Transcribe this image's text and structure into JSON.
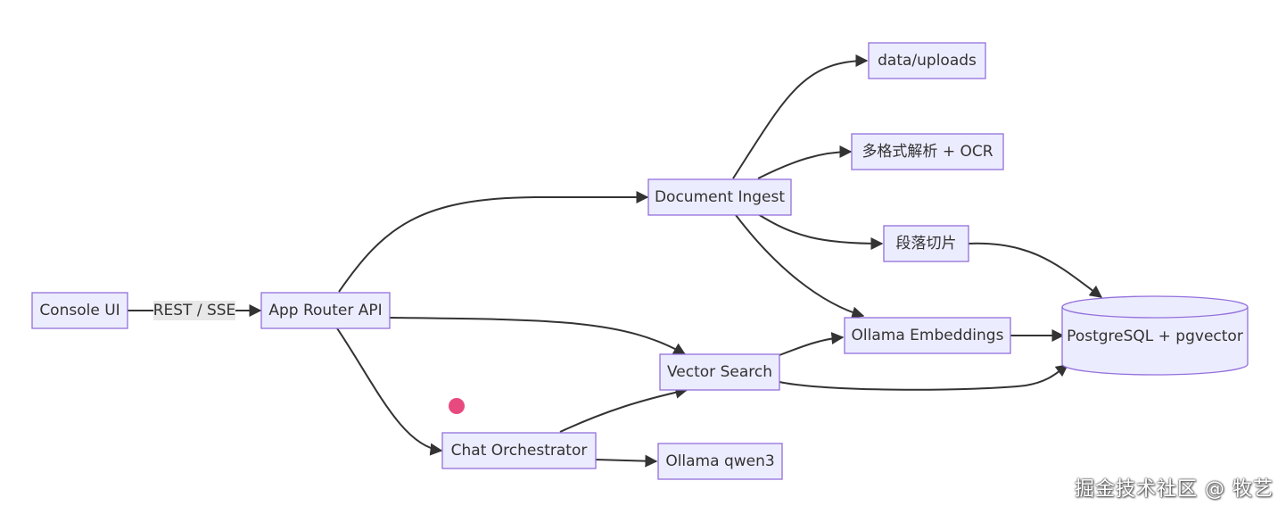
{
  "colors": {
    "node_fill": "#ECECFF",
    "node_stroke": "#9370DB",
    "edge": "#333333",
    "cursor": "#E84A7F"
  },
  "nodes": {
    "console_ui": "Console UI",
    "app_router": "App Router API",
    "doc_ingest": "Document Ingest",
    "vector_search": "Vector Search",
    "chat_orch": "Chat Orchestrator",
    "data_uploads": "data/uploads",
    "parse_ocr": "多格式解析 + OCR",
    "chunking": "段落切片",
    "embeddings": "Ollama Embeddings",
    "qwen": "Ollama qwen3",
    "postgres": "PostgreSQL + pgvector"
  },
  "edge_labels": {
    "console_to_router": "REST / SSE"
  },
  "watermark": "掘金技术社区 @ 牧艺"
}
